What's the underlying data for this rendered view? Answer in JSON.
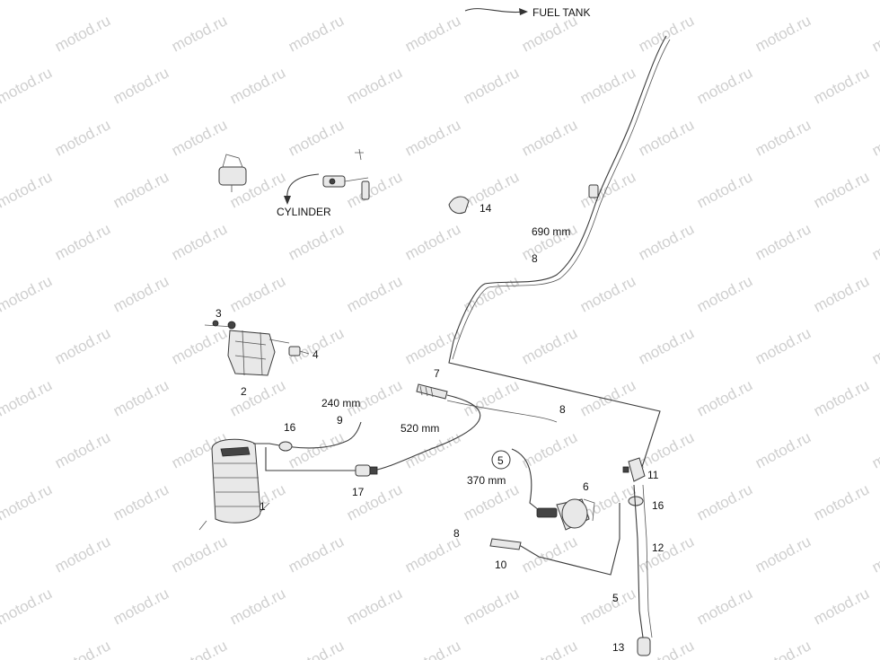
{
  "watermark_text": "motod.ru",
  "labels": {
    "fuel_tank": "FUEL TANK",
    "cylinder": "CYLINDER",
    "len_690": "690 mm",
    "len_240": "240 mm",
    "len_520": "520 mm",
    "len_370": "370 mm"
  },
  "callouts": {
    "c1": "1",
    "c2": "2",
    "c3": "3",
    "c4": "4",
    "c5a": "5",
    "c5b": "5",
    "c6": "6",
    "c7": "7",
    "c8a": "8",
    "c8b": "8",
    "c8c": "8",
    "c9": "9",
    "c10": "10",
    "c11": "11",
    "c12": "12",
    "c13": "13",
    "c14": "14",
    "c16a": "16",
    "c16b": "16",
    "c17": "17"
  }
}
